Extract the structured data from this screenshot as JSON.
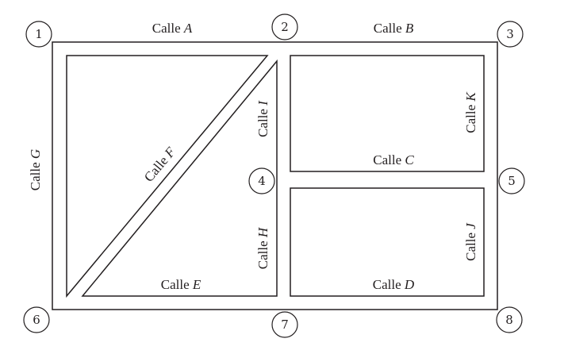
{
  "nodes": [
    {
      "id": "1",
      "label": "1"
    },
    {
      "id": "2",
      "label": "2"
    },
    {
      "id": "3",
      "label": "3"
    },
    {
      "id": "4",
      "label": "4"
    },
    {
      "id": "5",
      "label": "5"
    },
    {
      "id": "6",
      "label": "6"
    },
    {
      "id": "7",
      "label": "7"
    },
    {
      "id": "8",
      "label": "8"
    }
  ],
  "streets": {
    "a": {
      "prefix": "Calle",
      "letter": "A"
    },
    "b": {
      "prefix": "Calle",
      "letter": "B"
    },
    "c": {
      "prefix": "Calle",
      "letter": "C"
    },
    "d": {
      "prefix": "Calle",
      "letter": "D"
    },
    "e": {
      "prefix": "Calle",
      "letter": "E"
    },
    "f": {
      "prefix": "Calle",
      "letter": "F"
    },
    "g": {
      "prefix": "Calle",
      "letter": "G"
    },
    "h": {
      "prefix": "Calle",
      "letter": "H"
    },
    "i": {
      "prefix": "Calle",
      "letter": "I"
    },
    "j": {
      "prefix": "Calle",
      "letter": "J"
    },
    "k": {
      "prefix": "Calle",
      "letter": "K"
    }
  }
}
